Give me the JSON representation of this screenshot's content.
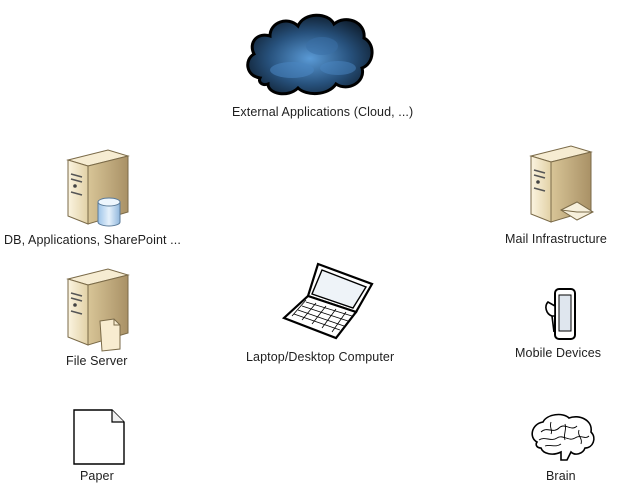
{
  "nodes": {
    "cloud": {
      "label": "External Applications (Cloud, ...)",
      "icon": "cloud-icon"
    },
    "db": {
      "label": "DB, Applications, SharePoint ...",
      "icon": "database-server-icon"
    },
    "mail": {
      "label": "Mail Infrastructure",
      "icon": "mail-server-icon"
    },
    "file": {
      "label": "File Server",
      "icon": "file-server-icon"
    },
    "laptop": {
      "label": "Laptop/Desktop Computer",
      "icon": "laptop-icon"
    },
    "mobile": {
      "label": "Mobile Devices",
      "icon": "mobile-device-icon"
    },
    "paper": {
      "label": "Paper",
      "icon": "paper-icon"
    },
    "brain": {
      "label": "Brain",
      "icon": "brain-icon"
    }
  },
  "colors": {
    "cloud_dark": "#0f1e2e",
    "cloud_light": "#4a88c4",
    "server_face": "#efe3c4",
    "server_side": "#c8b488",
    "db_blue": "#c8dff2",
    "text": "#1e1e1e"
  }
}
